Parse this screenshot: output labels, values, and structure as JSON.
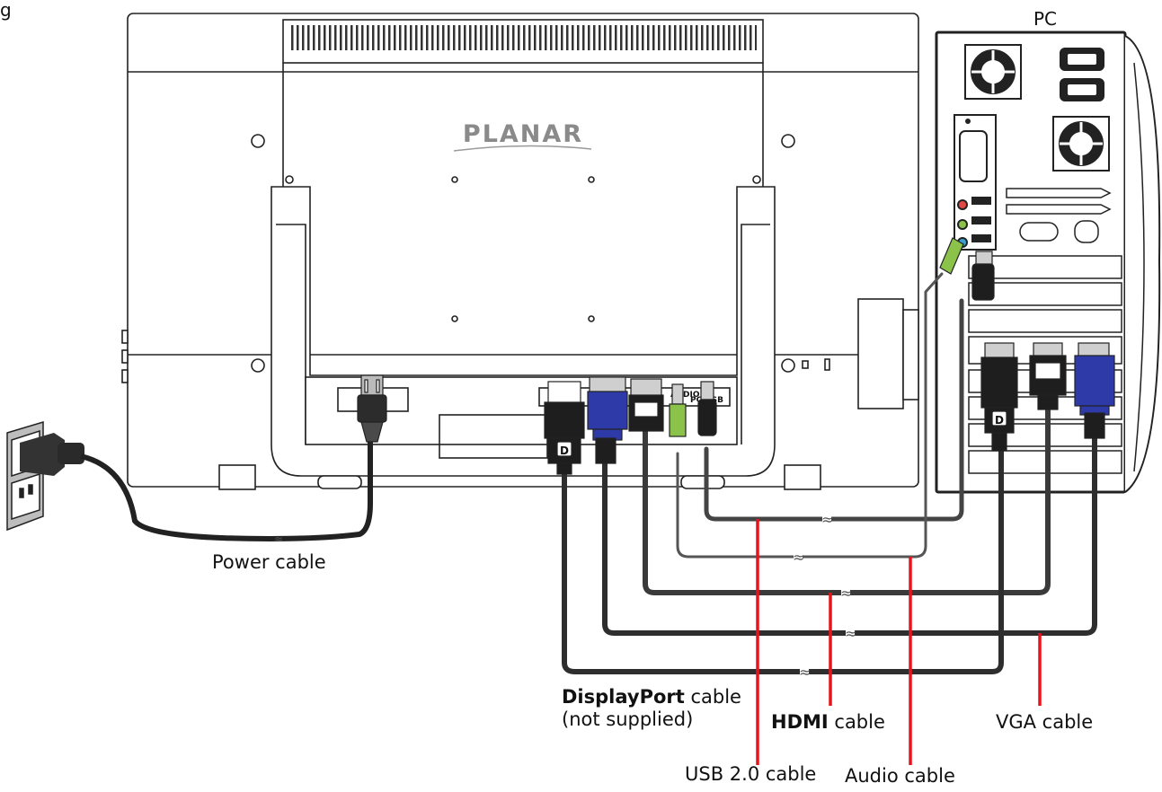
{
  "figure_tag": "g",
  "pc_label": "PC",
  "brand_logo": "PLANAR",
  "port_labels": {
    "audio": "AUDIO",
    "pc_usb": "PC USB"
  },
  "labels": {
    "power": "Power cable",
    "displayport_bold": "DisplayPort",
    "displayport_rest": " cable",
    "displayport_note": "(not supplied)",
    "hdmi_bold": "HDMI",
    "hdmi_rest": " cable",
    "vga": "VGA cable",
    "usb": "USB 2.0 cable",
    "audio": "Audio cable"
  },
  "colors": {
    "leader": "#e8141b",
    "vga_connector": "#2e3aa8",
    "audio_connector": "#8bc34a",
    "cable": "#3a3a3a",
    "outline": "#222222"
  }
}
